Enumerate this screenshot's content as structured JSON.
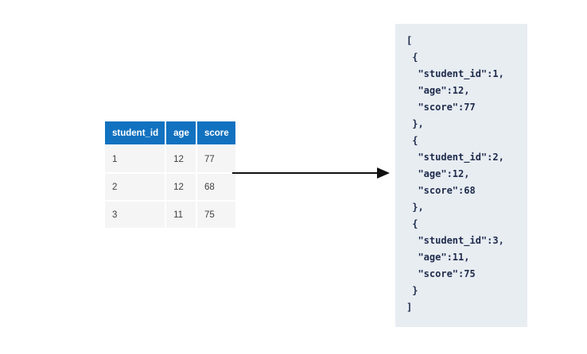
{
  "table": {
    "columns": [
      "student_id",
      "age",
      "score"
    ],
    "rows": [
      [
        "1",
        "12",
        "77"
      ],
      [
        "2",
        "12",
        "68"
      ],
      [
        "3",
        "11",
        "75"
      ]
    ]
  },
  "json_panel": {
    "code": "[\n {\n  \"student_id\":1,\n  \"age\":12,\n  \"score\":77\n },\n {\n  \"student_id\":2,\n  \"age\":12,\n  \"score\":68\n },\n {\n  \"student_id\":3,\n  \"age\":11,\n  \"score\":75\n }\n]"
  },
  "icons": {
    "arrow": "right-arrow"
  },
  "colors": {
    "table_header_bg": "#1272c0",
    "table_header_text": "#ffffff",
    "table_row_bg": "#f5f5f5",
    "table_row_text": "#3f3f3f",
    "panel_bg": "#e8edf2",
    "code_text": "#1e2b4c",
    "arrow": "#111111"
  }
}
